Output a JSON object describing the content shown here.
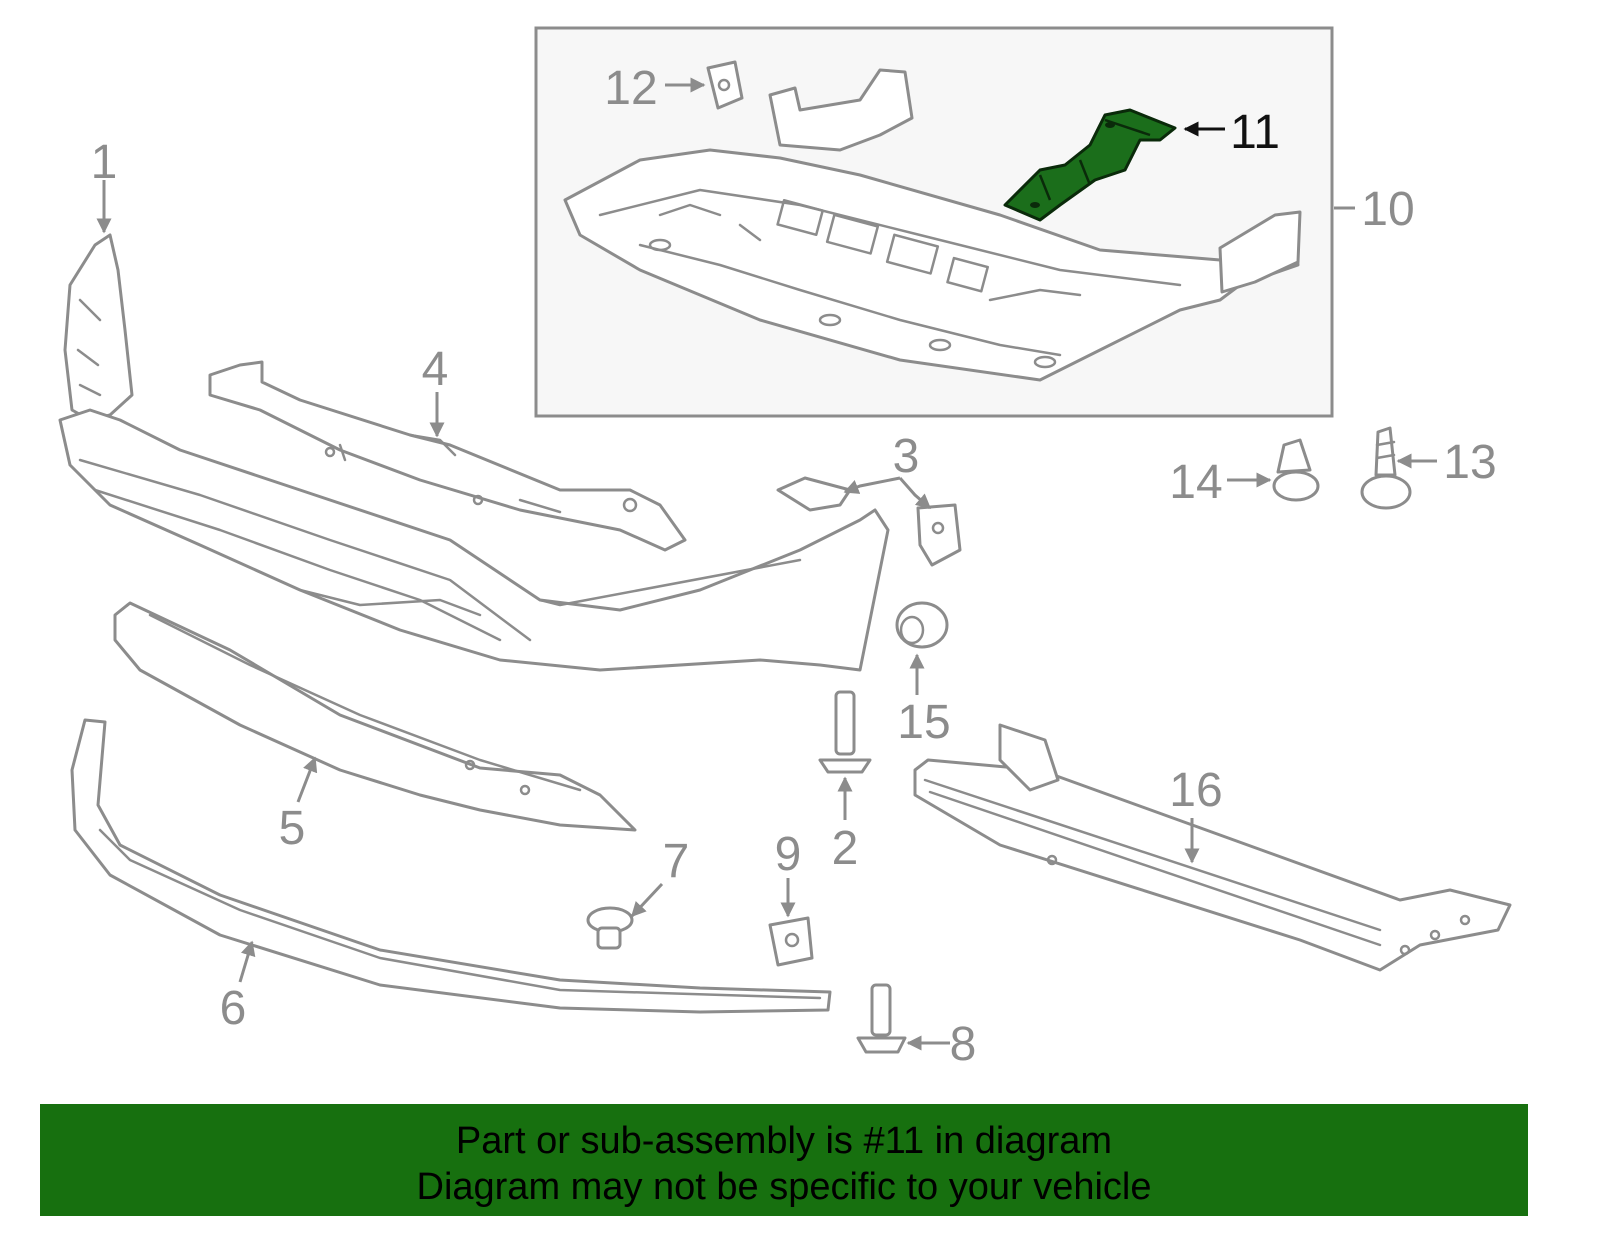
{
  "diagram": {
    "callouts": [
      "1",
      "2",
      "3",
      "4",
      "5",
      "6",
      "7",
      "8",
      "9",
      "10",
      "11",
      "12",
      "13",
      "14",
      "15",
      "16"
    ],
    "highlighted_callout": "11",
    "colors": {
      "linework": "#8c8c8c",
      "highlight_part": "#1b6e1b",
      "banner_background": "#17700f",
      "inset_background": "#f7f7f7"
    }
  },
  "banner": {
    "line1": "Part or sub-assembly is #11 in diagram",
    "line2": "Diagram may not be specific to your vehicle"
  }
}
